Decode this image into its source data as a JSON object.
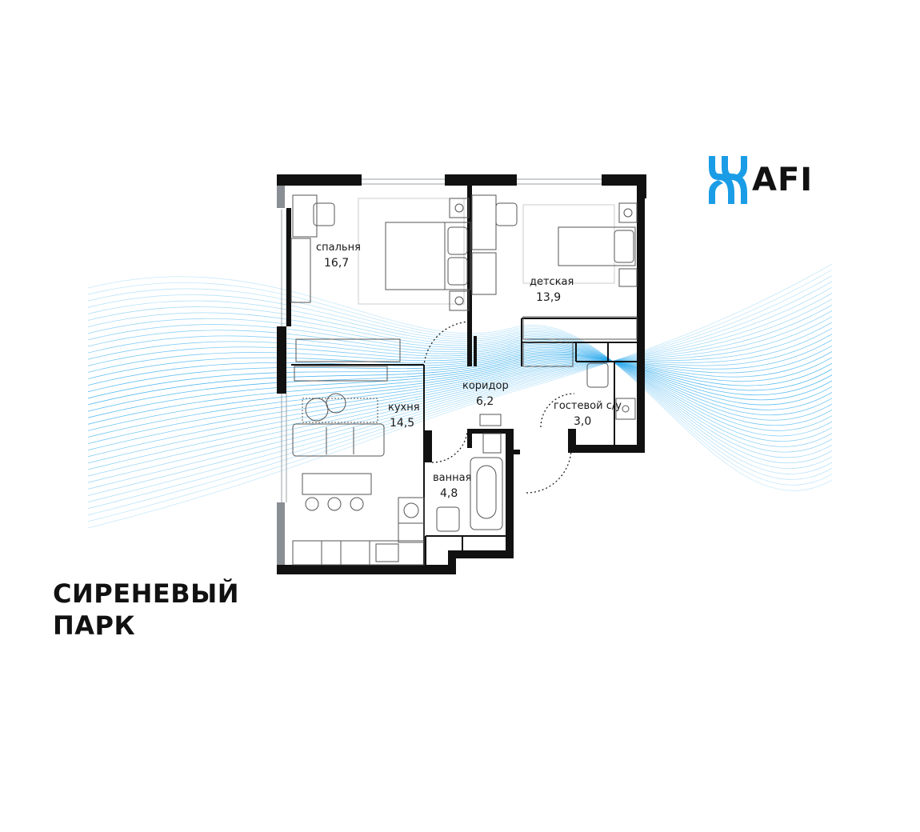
{
  "brand": {
    "logo_text": "AFI",
    "accent_color": "#1a9de6",
    "icon": "afi-logo-icon"
  },
  "project": {
    "title_line1": "СИРЕНЕВЫЙ",
    "title_line2": "ПАРК"
  },
  "rooms": {
    "bedroom": {
      "label": "спальня",
      "area": "16,7"
    },
    "kids": {
      "label": "детская",
      "area": "13,9"
    },
    "kitchen": {
      "label": "кухня",
      "area": "14,5"
    },
    "corridor": {
      "label": "коридор",
      "area": "6,2"
    },
    "guest_wc": {
      "label": "гостевой с/у",
      "area": "3,0"
    },
    "bathroom": {
      "label": "ванная",
      "area": "4,8"
    }
  },
  "colors": {
    "wall": "#111111",
    "window_gray": "#7a7f85",
    "furniture_line": "#555555",
    "wave": "#29a8ec"
  }
}
